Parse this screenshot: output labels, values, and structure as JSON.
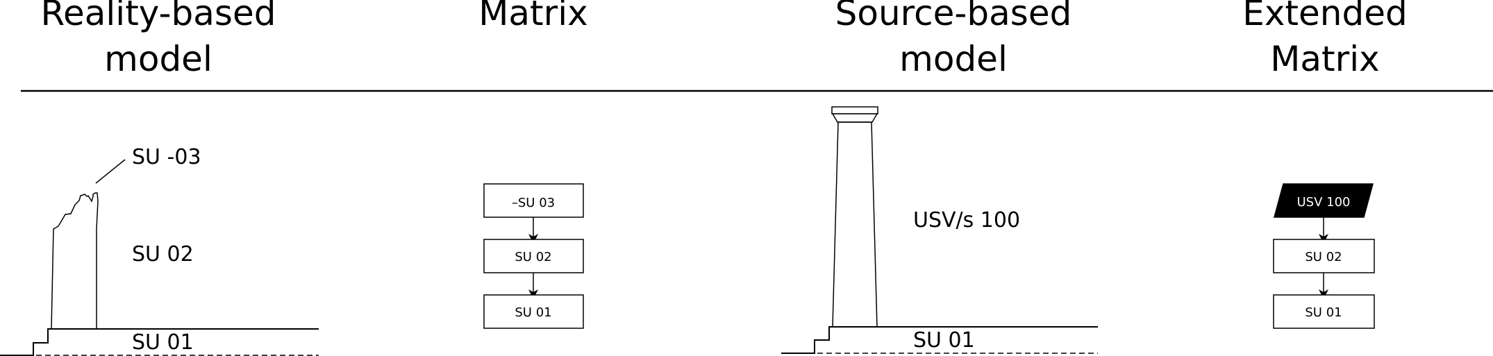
{
  "headers": [
    {
      "line1": "Reality-based",
      "line2": "model"
    },
    {
      "line1": "Matrix",
      "line2": ""
    },
    {
      "line1": "Source-based",
      "line2": "model"
    },
    {
      "line1": "Extended",
      "line2": "Matrix"
    }
  ],
  "reality_model": {
    "label_su03": "SU -03",
    "label_su02": "SU 02",
    "label_su01": "SU 01"
  },
  "matrix": {
    "box_top": "–SU 03",
    "box_mid": "SU 02",
    "box_bottom": "SU 01"
  },
  "source_model": {
    "label_usv": "USV/s 100",
    "label_su01": "SU 01"
  },
  "extended_matrix": {
    "box_top": "USV 100",
    "box_mid": "SU 02",
    "box_bottom": "SU 01"
  },
  "colors": {
    "stroke": "#000000",
    "usv_fill": "#000000",
    "usv_text": "#ffffff"
  }
}
